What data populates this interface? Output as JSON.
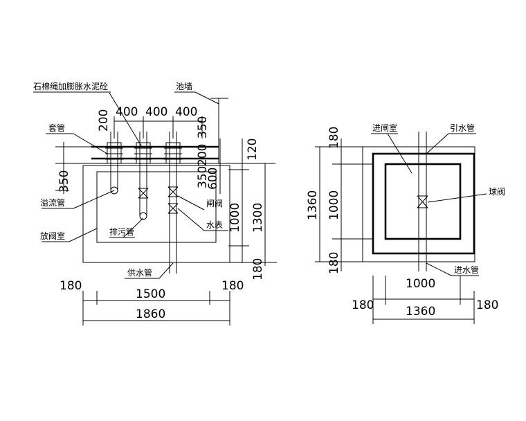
{
  "left_view": {
    "labels": {
      "asbestos_rope": "石棉绳加膨胀水泥砼",
      "pool_wall": "池墙",
      "sleeve": "套管",
      "overflow_pipe": "溢流管",
      "valve_room": "放阀室",
      "drain_pipe": "排污管",
      "supply_pipe": "供水管",
      "gate_valve": "闸阀",
      "water_meter": "水表"
    },
    "dims": {
      "spacing_1": "400",
      "spacing_2": "400",
      "spacing_3": "400",
      "d_200": "200",
      "d_350_left": "350",
      "d_120": "120",
      "d_350_a": "350",
      "d_350_b": "350",
      "d_200_right": "200",
      "d_600": "600",
      "d_1000": "1000",
      "d_1300": "1300",
      "d_180_right": "180",
      "bottom_180_left": "180",
      "bottom_1500": "1500",
      "bottom_180_right": "180",
      "bottom_1860": "1860"
    }
  },
  "right_view": {
    "labels": {
      "inlet_room": "进闸室",
      "intake_pipe": "引水管",
      "ball_valve": "球阀",
      "inlet_pipe": "进水管"
    },
    "dims": {
      "left_180_top": "180",
      "left_1360": "1360",
      "left_1000": "1000",
      "left_180_bottom": "180",
      "bottom_1000": "1000",
      "bottom_180_left": "180",
      "bottom_1360": "1360",
      "bottom_180_right": "180"
    }
  }
}
